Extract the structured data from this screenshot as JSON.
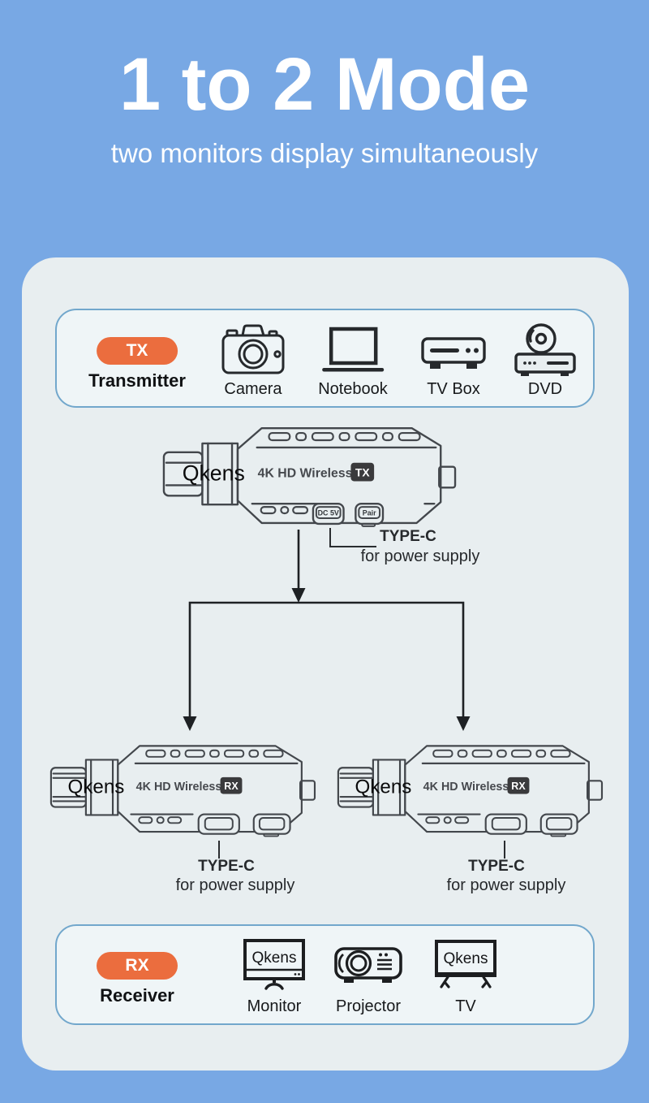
{
  "header": {
    "title": "1 to 2 Mode",
    "subtitle": "two monitors display simultaneously"
  },
  "colors": {
    "background": "#78a8e4",
    "panel": "#e8eef0",
    "box_fill": "#eff5f7",
    "box_border": "#72a7cc",
    "accent_orange": "#eb6d3e",
    "badge_dark": "#3a3a3c",
    "line_ink": "#202326"
  },
  "tx_box": {
    "badge": "TX",
    "label": "Transmitter",
    "items": [
      {
        "label": "Camera",
        "icon": "camera-icon"
      },
      {
        "label": "Notebook",
        "icon": "notebook-icon"
      },
      {
        "label": "TV Box",
        "icon": "tv-box-icon"
      },
      {
        "label": "DVD",
        "icon": "dvd-icon"
      }
    ]
  },
  "transmitter": {
    "brand": "Qkens",
    "model": "4K HD Wireless",
    "badge": "TX",
    "port_dc": "DC 5V",
    "port_pair": "Pair"
  },
  "tx_note": {
    "title": "TYPE-C",
    "subtitle": "for power supply"
  },
  "receivers": [
    {
      "brand": "Qkens",
      "model": "4K HD Wireless",
      "badge": "RX",
      "note_title": "TYPE-C",
      "note_subtitle": "for power supply"
    },
    {
      "brand": "Qkens",
      "model": "4K HD Wireless",
      "badge": "RX",
      "note_title": "TYPE-C",
      "note_subtitle": "for power supply"
    }
  ],
  "rx_box": {
    "badge": "RX",
    "label": "Receiver",
    "items": [
      {
        "label": "Monitor",
        "screen_text": "Qkens",
        "icon": "monitor-icon"
      },
      {
        "label": "Projector",
        "icon": "projector-icon"
      },
      {
        "label": "TV",
        "screen_text": "Qkens",
        "icon": "tv-icon"
      }
    ]
  }
}
